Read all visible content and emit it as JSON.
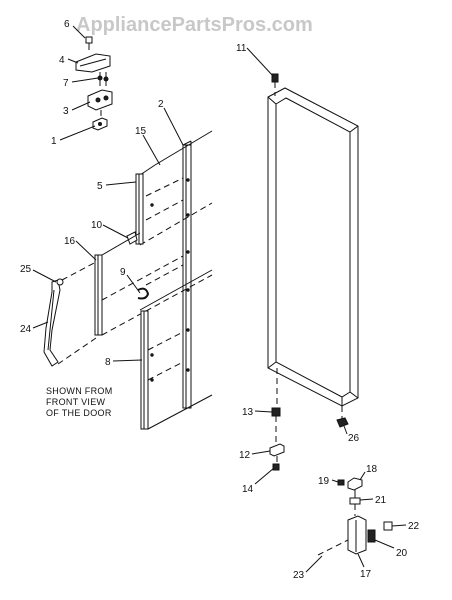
{
  "watermark": "AppliancePartsPros.com",
  "note": {
    "line1": "SHOWN FROM",
    "line2": "FRONT VIEW",
    "line3": "OF THE DOOR"
  },
  "callouts": {
    "c1": "1",
    "c2": "2",
    "c3": "3",
    "c4": "4",
    "c5": "5",
    "c6": "6",
    "c7": "7",
    "c8": "8",
    "c9": "9",
    "c10": "10",
    "c11": "11",
    "c12": "12",
    "c13": "13",
    "c14": "14",
    "c15": "15",
    "c16": "16",
    "c17": "17",
    "c18": "18",
    "c19": "19",
    "c20": "20",
    "c21": "21",
    "c22": "22",
    "c23": "23",
    "c24": "24",
    "c25": "25",
    "c26": "26"
  }
}
